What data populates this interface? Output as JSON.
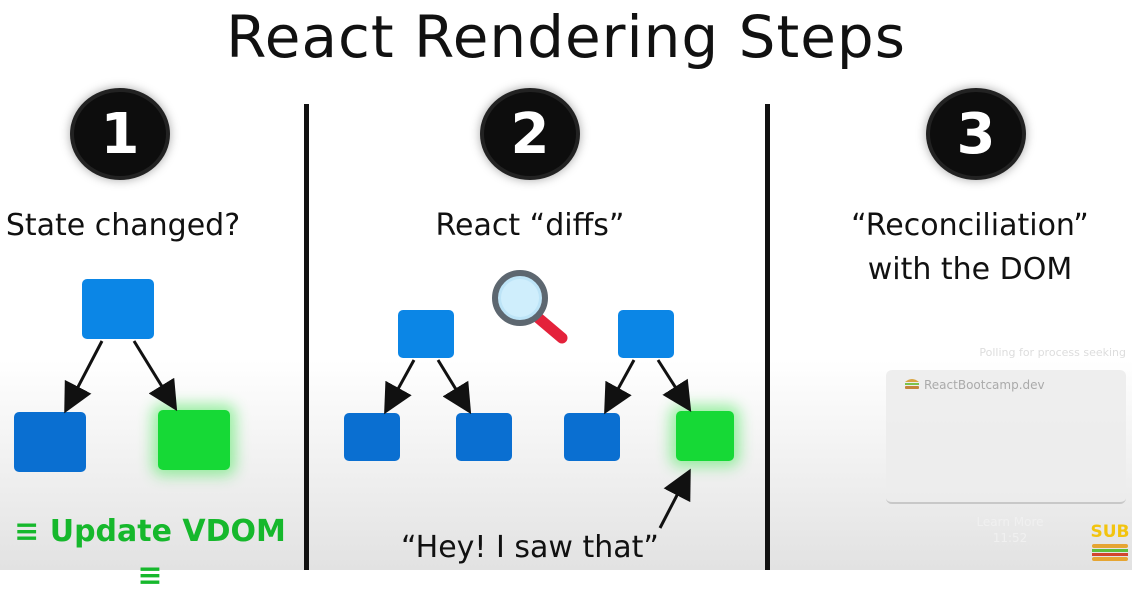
{
  "title": "React Rendering Steps",
  "steps": [
    {
      "number": "1",
      "heading": "State changed?",
      "caption": "Update VDOM"
    },
    {
      "number": "2",
      "heading": "React “diffs”",
      "caption": "“Hey! I saw that”"
    },
    {
      "number": "3",
      "heading_line1": "“Reconciliation”",
      "heading_line2": "with the DOM"
    }
  ],
  "colors": {
    "node_blue": "#0b86e6",
    "node_dark_blue": "#0a6fd1",
    "node_green": "#16d936",
    "caption_green": "#16b82c",
    "magnifier_handle": "#e4223b"
  },
  "icons": [
    "magnifying-glass-icon"
  ],
  "overlay": {
    "ad_caption": "Polling for process seeking",
    "ad_brand": "ReactBootcamp.dev",
    "learn_more": "Learn More",
    "time": "11:52",
    "sub_badge": "SUB"
  }
}
